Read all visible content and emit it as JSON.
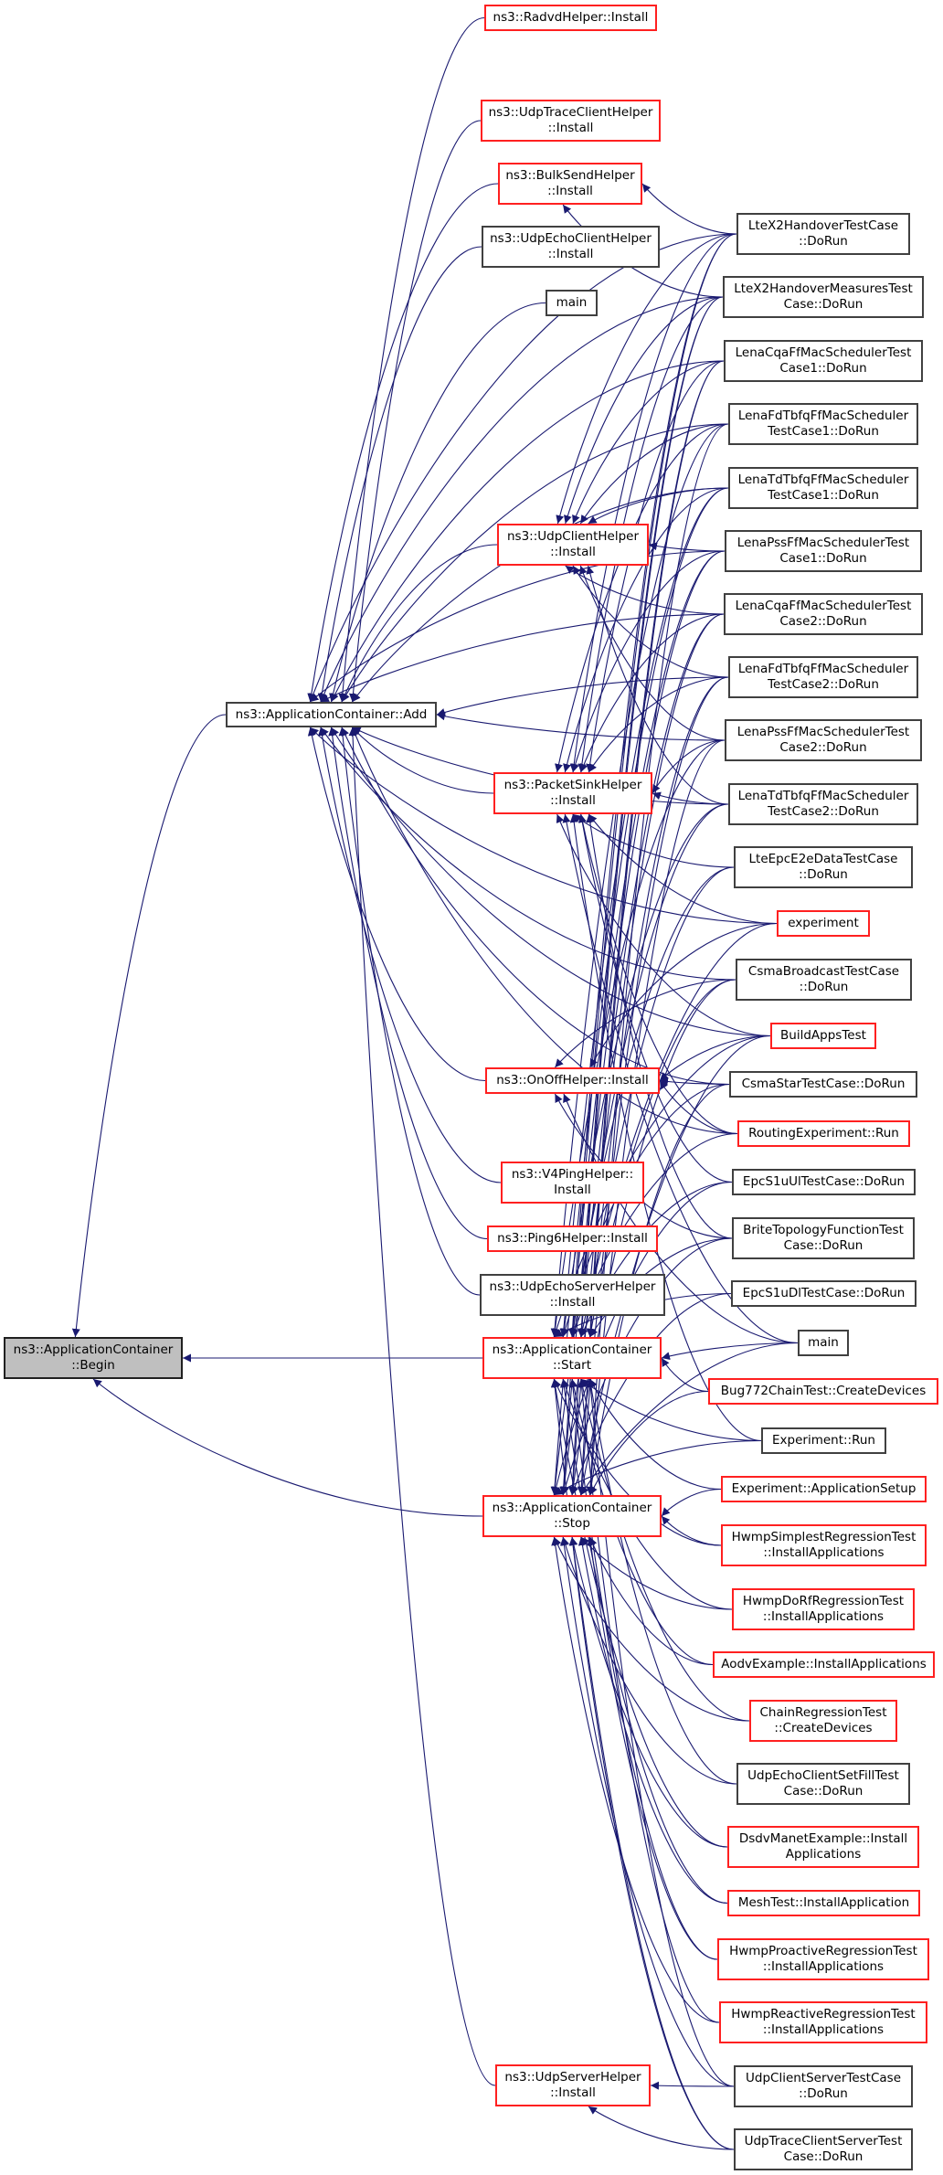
{
  "diagram": {
    "title": "Caller graph of ns3::ApplicationContainer::Begin",
    "colors": {
      "edge": "#191970",
      "linked_border": "#404040",
      "unlinked_border": "#ff2020",
      "root_fill": "#bfbfbf"
    },
    "nodes": {
      "begin": {
        "label": "ns3::ApplicationContainer\n::Begin",
        "style": "root"
      },
      "add": {
        "label": "ns3::ApplicationContainer::Add",
        "style": "black"
      },
      "start": {
        "label": "ns3::ApplicationContainer\n::Start",
        "style": "red"
      },
      "stop": {
        "label": "ns3::ApplicationContainer\n::Stop",
        "style": "red"
      },
      "radvd": {
        "label": "ns3::RadvdHelper::Install",
        "style": "red"
      },
      "udptraceclient": {
        "label": "ns3::UdpTraceClientHelper\n::Install",
        "style": "red"
      },
      "bulksend": {
        "label": "ns3::BulkSendHelper\n::Install",
        "style": "red"
      },
      "udpechoclient": {
        "label": "ns3::UdpEchoClientHelper\n::Install",
        "style": "black"
      },
      "main1": {
        "label": "main",
        "style": "black"
      },
      "udpclient": {
        "label": "ns3::UdpClientHelper\n::Install",
        "style": "red"
      },
      "packetsink": {
        "label": "ns3::PacketSinkHelper\n::Install",
        "style": "red"
      },
      "onoff": {
        "label": "ns3::OnOffHelper::Install",
        "style": "red"
      },
      "v4ping": {
        "label": "ns3::V4PingHelper::\nInstall",
        "style": "red"
      },
      "ping6": {
        "label": "ns3::Ping6Helper::Install",
        "style": "red"
      },
      "udpechoserver": {
        "label": "ns3::UdpEchoServerHelper\n::Install",
        "style": "black"
      },
      "udpserver": {
        "label": "ns3::UdpServerHelper\n::Install",
        "style": "red"
      },
      "ltex2": {
        "label": "LteX2HandoverTestCase\n::DoRun",
        "style": "black"
      },
      "ltex2m": {
        "label": "LteX2HandoverMeasuresTest\nCase::DoRun",
        "style": "black"
      },
      "cqa1": {
        "label": "LenaCqaFfMacSchedulerTest\nCase1::DoRun",
        "style": "black"
      },
      "fd1": {
        "label": "LenaFdTbfqFfMacScheduler\nTestCase1::DoRun",
        "style": "black"
      },
      "td1": {
        "label": "LenaTdTbfqFfMacScheduler\nTestCase1::DoRun",
        "style": "black"
      },
      "pss1": {
        "label": "LenaPssFfMacSchedulerTest\nCase1::DoRun",
        "style": "black"
      },
      "cqa2": {
        "label": "LenaCqaFfMacSchedulerTest\nCase2::DoRun",
        "style": "black"
      },
      "fd2": {
        "label": "LenaFdTbfqFfMacScheduler\nTestCase2::DoRun",
        "style": "black"
      },
      "pss2": {
        "label": "LenaPssFfMacSchedulerTest\nCase2::DoRun",
        "style": "black"
      },
      "td2": {
        "label": "LenaTdTbfqFfMacScheduler\nTestCase2::DoRun",
        "style": "black"
      },
      "e2e": {
        "label": "LteEpcE2eDataTestCase\n::DoRun",
        "style": "black"
      },
      "experiment": {
        "label": "experiment",
        "style": "red"
      },
      "csmabc": {
        "label": "CsmaBroadcastTestCase\n::DoRun",
        "style": "black"
      },
      "buildapps": {
        "label": "BuildAppsTest",
        "style": "red"
      },
      "csmastar": {
        "label": "CsmaStarTestCase::DoRun",
        "style": "black"
      },
      "routingexp": {
        "label": "RoutingExperiment::Run",
        "style": "red"
      },
      "s1uul": {
        "label": "EpcS1uUlTestCase::DoRun",
        "style": "black"
      },
      "brite": {
        "label": "BriteTopologyFunctionTest\nCase::DoRun",
        "style": "black"
      },
      "s1udl": {
        "label": "EpcS1uDlTestCase::DoRun",
        "style": "black"
      },
      "main2": {
        "label": "main",
        "style": "black"
      },
      "bug772": {
        "label": "Bug772ChainTest::CreateDevices",
        "style": "red"
      },
      "exprun": {
        "label": "Experiment::Run",
        "style": "black"
      },
      "expapp": {
        "label": "Experiment::ApplicationSetup",
        "style": "red"
      },
      "hwmpsimplest": {
        "label": "HwmpSimplestRegressionTest\n::InstallApplications",
        "style": "red"
      },
      "hwmpdorf": {
        "label": "HwmpDoRfRegressionTest\n::InstallApplications",
        "style": "red"
      },
      "aodv": {
        "label": "AodvExample::InstallApplications",
        "style": "red"
      },
      "chain": {
        "label": "ChainRegressionTest\n::CreateDevices",
        "style": "red"
      },
      "udpechofill": {
        "label": "UdpEchoClientSetFillTest\nCase::DoRun",
        "style": "black"
      },
      "dsdv": {
        "label": "DsdvManetExample::Install\nApplications",
        "style": "red"
      },
      "mesh": {
        "label": "MeshTest::InstallApplication",
        "style": "red"
      },
      "hwmpproactive": {
        "label": "HwmpProactiveRegressionTest\n::InstallApplications",
        "style": "red"
      },
      "hwmpreactive": {
        "label": "HwmpReactiveRegressionTest\n::InstallApplications",
        "style": "red"
      },
      "udpcs": {
        "label": "UdpClientServerTestCase\n::DoRun",
        "style": "black"
      },
      "udptcs": {
        "label": "UdpTraceClientServerTest\nCase::DoRun",
        "style": "black"
      }
    },
    "edges": [
      [
        "add",
        "begin"
      ],
      [
        "start",
        "begin"
      ],
      [
        "stop",
        "begin"
      ],
      [
        "radvd",
        "add"
      ],
      [
        "udptraceclient",
        "add"
      ],
      [
        "bulksend",
        "add"
      ],
      [
        "udpechoclient",
        "add"
      ],
      [
        "main1",
        "add"
      ],
      [
        "udpclient",
        "add"
      ],
      [
        "packetsink",
        "add"
      ],
      [
        "onoff",
        "add"
      ],
      [
        "v4ping",
        "add"
      ],
      [
        "ping6",
        "add"
      ],
      [
        "udpechoserver",
        "add"
      ],
      [
        "udpserver",
        "add"
      ],
      [
        "ltex2",
        "add"
      ],
      [
        "ltex2m",
        "add"
      ],
      [
        "cqa1",
        "add"
      ],
      [
        "fd1",
        "add"
      ],
      [
        "td1",
        "add"
      ],
      [
        "pss1",
        "add"
      ],
      [
        "cqa2",
        "add"
      ],
      [
        "fd2",
        "add"
      ],
      [
        "pss2",
        "add"
      ],
      [
        "td2",
        "add"
      ],
      [
        "experiment",
        "add"
      ],
      [
        "csmabc",
        "add"
      ],
      [
        "buildapps",
        "add"
      ],
      [
        "csmastar",
        "add"
      ],
      [
        "routingexp",
        "add"
      ],
      [
        "ltex2",
        "bulksend"
      ],
      [
        "ltex2m",
        "bulksend"
      ],
      [
        "cqa1",
        "udpclient"
      ],
      [
        "fd1",
        "udpclient"
      ],
      [
        "td1",
        "udpclient"
      ],
      [
        "pss1",
        "udpclient"
      ],
      [
        "cqa2",
        "udpclient"
      ],
      [
        "fd2",
        "udpclient"
      ],
      [
        "pss2",
        "udpclient"
      ],
      [
        "td2",
        "udpclient"
      ],
      [
        "ltex2",
        "udpclient"
      ],
      [
        "ltex2m",
        "udpclient"
      ],
      [
        "ltex2",
        "packetsink"
      ],
      [
        "ltex2m",
        "packetsink"
      ],
      [
        "cqa1",
        "packetsink"
      ],
      [
        "fd1",
        "packetsink"
      ],
      [
        "td1",
        "packetsink"
      ],
      [
        "pss1",
        "packetsink"
      ],
      [
        "cqa2",
        "packetsink"
      ],
      [
        "fd2",
        "packetsink"
      ],
      [
        "pss2",
        "packetsink"
      ],
      [
        "td2",
        "packetsink"
      ],
      [
        "e2e",
        "packetsink"
      ],
      [
        "s1uul",
        "packetsink"
      ],
      [
        "brite",
        "packetsink"
      ],
      [
        "buildapps",
        "packetsink"
      ],
      [
        "main2",
        "packetsink"
      ],
      [
        "exprun",
        "packetsink"
      ],
      [
        "routingexp",
        "packetsink"
      ],
      [
        "experiment",
        "packetsink"
      ],
      [
        "csmabc",
        "onoff"
      ],
      [
        "buildapps",
        "onoff"
      ],
      [
        "csmastar",
        "onoff"
      ],
      [
        "routingexp",
        "onoff"
      ],
      [
        "experiment",
        "onoff"
      ],
      [
        "brite",
        "onoff"
      ],
      [
        "main2",
        "onoff"
      ],
      [
        "ltex2",
        "start"
      ],
      [
        "ltex2m",
        "start"
      ],
      [
        "cqa1",
        "start"
      ],
      [
        "fd1",
        "start"
      ],
      [
        "td1",
        "start"
      ],
      [
        "pss1",
        "start"
      ],
      [
        "cqa2",
        "start"
      ],
      [
        "fd2",
        "start"
      ],
      [
        "pss2",
        "start"
      ],
      [
        "td2",
        "start"
      ],
      [
        "e2e",
        "start"
      ],
      [
        "experiment",
        "start"
      ],
      [
        "csmabc",
        "start"
      ],
      [
        "buildapps",
        "start"
      ],
      [
        "csmastar",
        "start"
      ],
      [
        "routingexp",
        "start"
      ],
      [
        "s1uul",
        "start"
      ],
      [
        "brite",
        "start"
      ],
      [
        "s1udl",
        "start"
      ],
      [
        "main2",
        "start"
      ],
      [
        "bug772",
        "start"
      ],
      [
        "exprun",
        "start"
      ],
      [
        "expapp",
        "start"
      ],
      [
        "hwmpsimplest",
        "start"
      ],
      [
        "hwmpdorf",
        "start"
      ],
      [
        "aodv",
        "start"
      ],
      [
        "chain",
        "start"
      ],
      [
        "udpechofill",
        "start"
      ],
      [
        "dsdv",
        "start"
      ],
      [
        "mesh",
        "start"
      ],
      [
        "hwmpproactive",
        "start"
      ],
      [
        "hwmpreactive",
        "start"
      ],
      [
        "udpcs",
        "start"
      ],
      [
        "udptcs",
        "start"
      ],
      [
        "ltex2",
        "stop"
      ],
      [
        "ltex2m",
        "stop"
      ],
      [
        "cqa1",
        "stop"
      ],
      [
        "fd1",
        "stop"
      ],
      [
        "td1",
        "stop"
      ],
      [
        "pss1",
        "stop"
      ],
      [
        "cqa2",
        "stop"
      ],
      [
        "fd2",
        "stop"
      ],
      [
        "pss2",
        "stop"
      ],
      [
        "td2",
        "stop"
      ],
      [
        "e2e",
        "stop"
      ],
      [
        "csmabc",
        "stop"
      ],
      [
        "buildapps",
        "stop"
      ],
      [
        "csmastar",
        "stop"
      ],
      [
        "s1uul",
        "stop"
      ],
      [
        "brite",
        "stop"
      ],
      [
        "s1udl",
        "stop"
      ],
      [
        "main2",
        "stop"
      ],
      [
        "bug772",
        "stop"
      ],
      [
        "exprun",
        "stop"
      ],
      [
        "expapp",
        "stop"
      ],
      [
        "hwmpsimplest",
        "stop"
      ],
      [
        "hwmpdorf",
        "stop"
      ],
      [
        "aodv",
        "stop"
      ],
      [
        "chain",
        "stop"
      ],
      [
        "udpechofill",
        "stop"
      ],
      [
        "dsdv",
        "stop"
      ],
      [
        "mesh",
        "stop"
      ],
      [
        "hwmpproactive",
        "stop"
      ],
      [
        "hwmpreactive",
        "stop"
      ],
      [
        "udpcs",
        "stop"
      ],
      [
        "udptcs",
        "stop"
      ],
      [
        "udpcs",
        "udpserver"
      ],
      [
        "udptcs",
        "udpserver"
      ]
    ]
  }
}
